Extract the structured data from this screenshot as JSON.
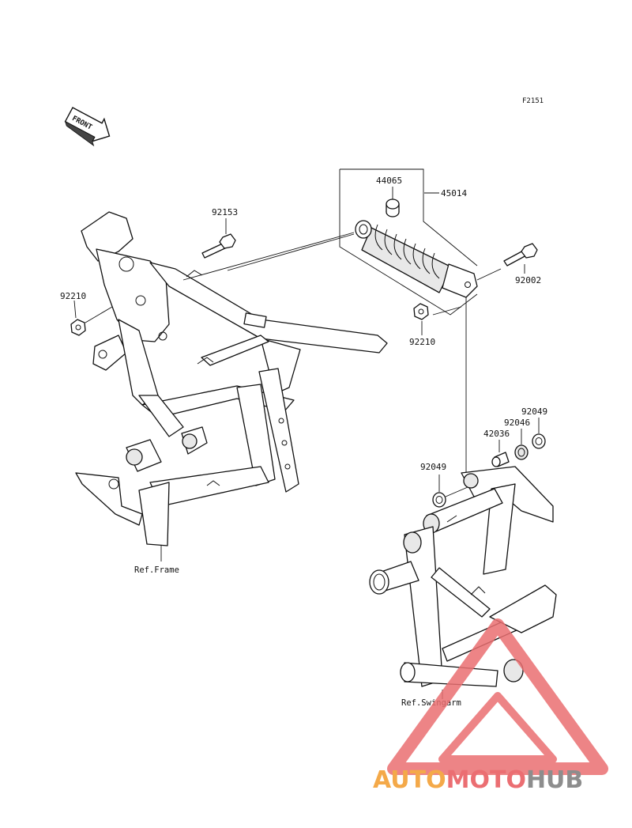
{
  "figure_code": "F2151",
  "front_arrow": "FRONT",
  "parts": {
    "p44065": "44065",
    "p45014": "45014",
    "p92153": "92153",
    "p92210_left": "92210",
    "p92210_right": "92210",
    "p92002": "92002",
    "p92049_top": "92049",
    "p92046": "92046",
    "p42036": "42036",
    "p92049_left": "92049"
  },
  "refs": {
    "frame": "Ref.Frame",
    "swingarm": "Ref.Swingarm"
  },
  "watermark": {
    "part1": "AUTO",
    "part2": "MOTO",
    "part3": "HUB",
    "color_auto": "#f39b2a",
    "color_moto": "#e8555a",
    "color_hub": "#7a7a7a"
  }
}
